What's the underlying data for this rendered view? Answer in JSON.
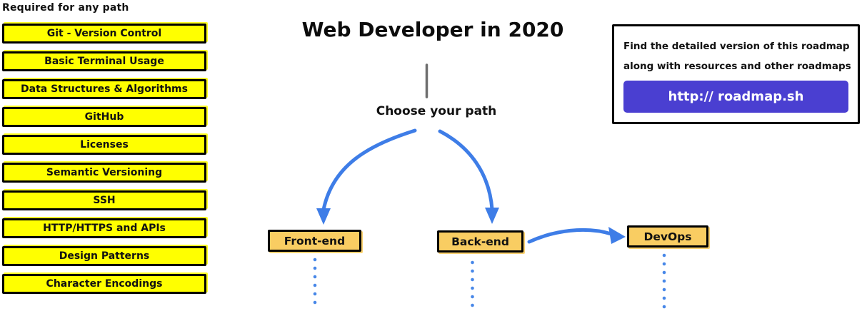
{
  "colors": {
    "highlight_yellow": "#FFFF00",
    "node_orange": "#F9CD62",
    "arrow_blue": "#3E7DE7",
    "dot_blue": "#4787E8",
    "button_purple": "#4A3FD1",
    "line_gray": "#6E6E6E"
  },
  "header": {
    "title": "Web Developer in 2020"
  },
  "chooser": {
    "label": "Choose your path"
  },
  "required_path": {
    "title": "Required for any path",
    "items": [
      "Git - Version Control",
      "Basic Terminal Usage",
      "Data Structures & Algorithms",
      "GitHub",
      "Licenses",
      "Semantic Versioning",
      "SSH",
      "HTTP/HTTPS and APIs",
      "Design Patterns",
      "Character Encodings"
    ]
  },
  "paths": {
    "front_end": "Front-end",
    "back_end": "Back-end",
    "devops": "DevOps"
  },
  "info_box": {
    "line1": "Find the detailed version of this roadmap",
    "line2": "along with resources and other roadmaps",
    "button_label": "http:// roadmap.sh"
  }
}
